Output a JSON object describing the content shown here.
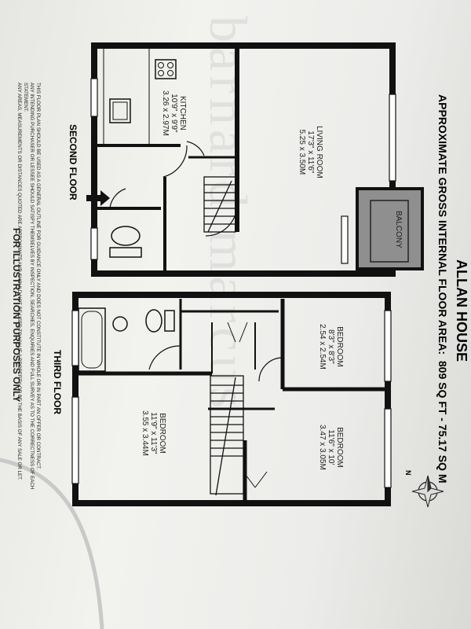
{
  "title": "ALLAN HOUSE",
  "area_label": "APPROXIMATE GROSS INTERNAL FLOOR AREA:",
  "area_value": "809 SQ FT - 75.17 SQ M",
  "floors": {
    "second": "SECOND FLOOR",
    "third": "THIRD FLOOR"
  },
  "rooms": {
    "kitchen": {
      "name": "KITCHEN",
      "imperial": "10'9\" x 9'9\"",
      "metric": "3.26 x 2.97M"
    },
    "living": {
      "name": "LIVING ROOM",
      "imperial": "17'3\" x 11'6\"",
      "metric": "5.25 x 3.50M"
    },
    "balcony": {
      "name": "BALCONY"
    },
    "bedroom_small": {
      "name": "BEDROOM",
      "imperial": "8'3\" x 8'3\"",
      "metric": "2.54 x 2.54M"
    },
    "bedroom_right": {
      "name": "BEDROOM",
      "imperial": "11'6\" x 10'",
      "metric": "3.47 x 3.05M"
    },
    "bedroom_left": {
      "name": "BEDROOM",
      "imperial": "11'9\" x 11'3\"",
      "metric": "3.55 x 3.44M"
    }
  },
  "disclaimer": [
    "THIS FLOOR PLAN SHOULD BE USED AS A GENERAL OUTLINE FOR GUIDANCE ONLY AND DOES NOT CONSTITUTE IN WHOLE OR IN PART AN OFFER OR CONTRACT.",
    "ANY INTENDING PURCHASER OR LESSEE SHOULD SATISFY THEMSELVES BY INSPECTION, SEARCHES, ENQUIRIES AND FULL SURVEY AS TO THE CORRECTNESS OF EACH STATEMENT.",
    "ANY AREAS, MEASUREMENTS OR DISTANCES QUOTED ARE APPROXIMATE AND SHOULD NOT BE USED TO VALUE A PROPERTY OR BE THE BASIS OF ANY SALE OR LET."
  ],
  "illustration_note": "FOR ILLUSTRATION PURPOSES ONLY",
  "compass_label": "N",
  "watermark": "barnard marcus"
}
